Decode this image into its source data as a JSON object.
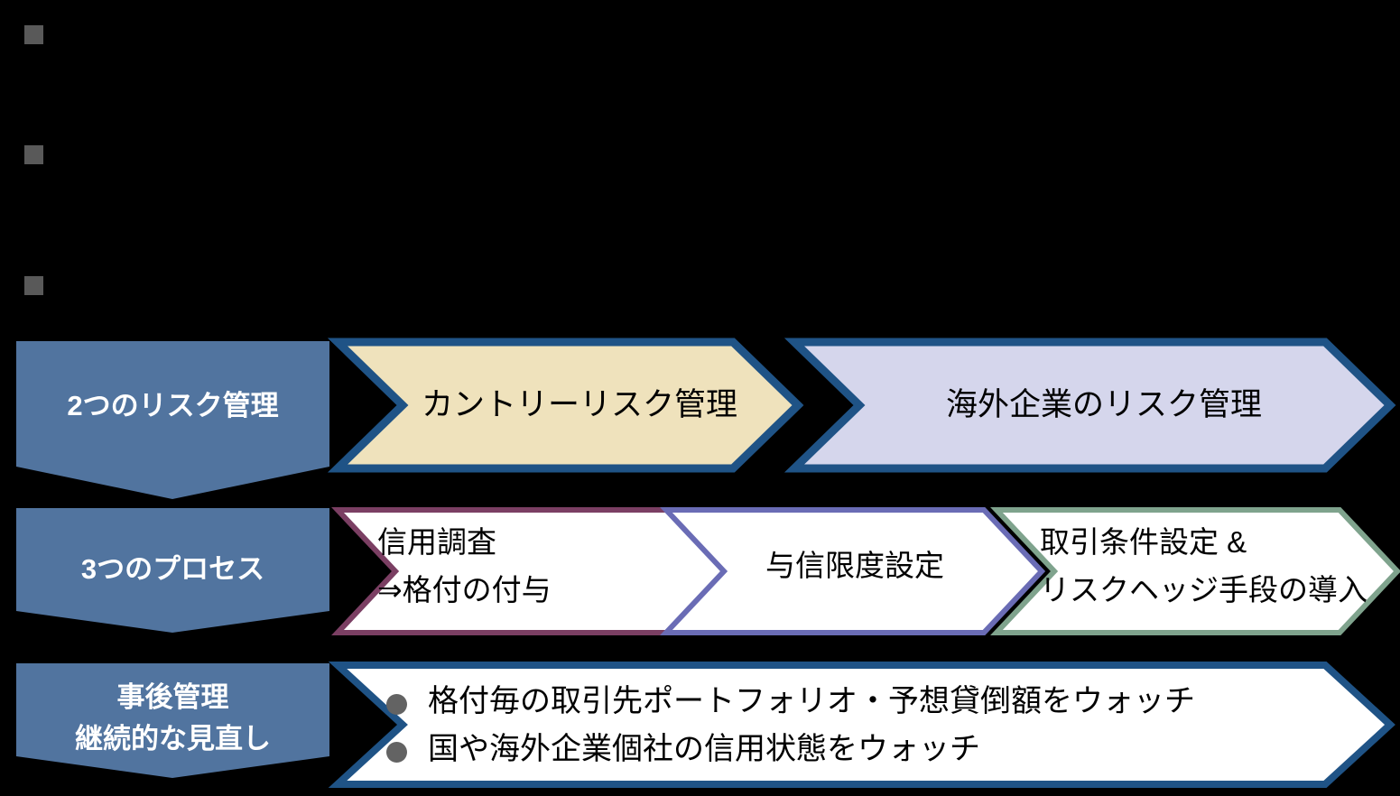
{
  "slide": {
    "background_color": "#000000",
    "bullet_square_color": "#595959"
  },
  "top_bullets": [
    {
      "name": "bullet-square-1"
    },
    {
      "name": "bullet-square-2"
    },
    {
      "name": "bullet-square-3"
    }
  ],
  "rows": [
    {
      "id": "risk-management",
      "label": "2つのリスク管理",
      "label_fill": "#51749F",
      "label_text_color": "#FFFFFF",
      "items": [
        {
          "text": "カントリーリスク管理",
          "fill": "#EFE2BC",
          "stroke": "#1F5386"
        },
        {
          "text": "海外企業のリスク管理",
          "fill": "#D5D6EC",
          "stroke": "#1F5386"
        }
      ]
    },
    {
      "id": "three-processes",
      "label": "3つのプロセス",
      "label_fill": "#51749F",
      "label_text_color": "#FFFFFF",
      "items": [
        {
          "text_lines": [
            "信用調査",
            "⇒格付の付与"
          ],
          "fill": "#FFFFFF",
          "stroke": "#7B3F63"
        },
        {
          "text_lines": [
            "与信限度設定"
          ],
          "fill": "#FFFFFF",
          "stroke": "#6A6CB5"
        },
        {
          "text_lines": [
            "取引条件設定 &",
            "リスクヘッジ手段の導入"
          ],
          "fill": "#FFFFFF",
          "stroke": "#7FA38D"
        }
      ]
    },
    {
      "id": "post-management",
      "label_lines": [
        "事後管理",
        "継続的な見直し"
      ],
      "label_fill": "#51749F",
      "label_text_color": "#FFFFFF",
      "items": [
        {
          "fill": "#FFFFFF",
          "stroke": "#1F5386",
          "bullet_color": "#636363",
          "bullets": [
            "格付毎の取引先ポートフォリオ・予想貸倒額をウォッチ",
            "国や海外企業個社の信用状態をウォッチ"
          ]
        }
      ]
    }
  ]
}
